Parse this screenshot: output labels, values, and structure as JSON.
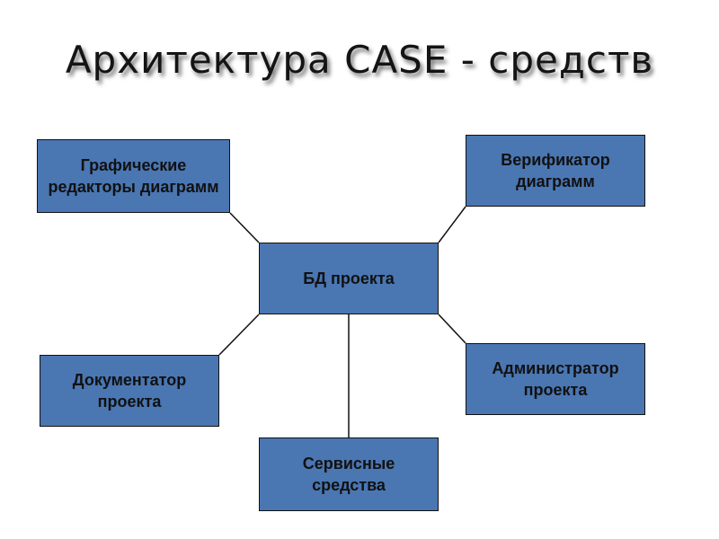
{
  "title": "Архитектура CASE - средств",
  "colors": {
    "box_fill": "#4a76b2",
    "border": "#111111",
    "connector": "#111111",
    "text": "#111111"
  },
  "nodes": {
    "graphic_editors": "Графические редакторы диаграмм",
    "verifier": "Верификатор диаграмм",
    "project_db": "БД проекта",
    "documenter": "Документатор проекта",
    "administrator": "Администратор проекта",
    "service_tools": "Сервисные средства"
  }
}
